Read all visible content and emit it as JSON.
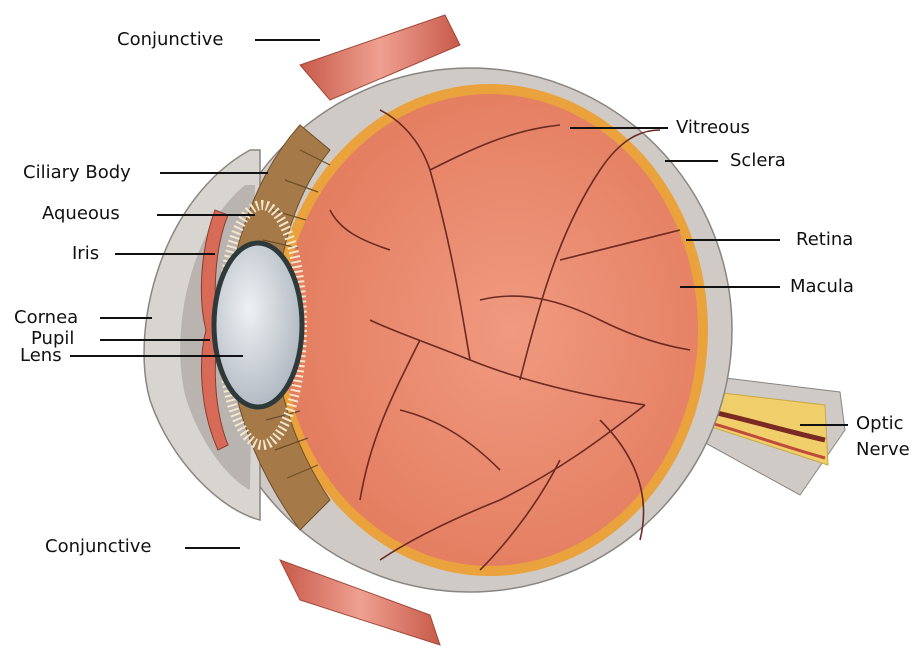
{
  "labels": {
    "conjunctive_top": "Conjunctive",
    "ciliary_body": "Ciliary Body",
    "aqueous": "Aqueous",
    "iris": "Iris",
    "cornea": "Cornea",
    "pupil": "Pupil",
    "lens": "Lens",
    "conjunctive_bottom": "Conjunctive",
    "vitreous": "Vitreous",
    "sclera": "Sclera",
    "retina": "Retina",
    "macula": "Macula",
    "optic_nerve_line1": "Optic",
    "optic_nerve_line2": "Nerve"
  },
  "colors": {
    "sclera": "#cfcac6",
    "choroid_orange": "#e9a23c",
    "vitreous_interior": "#e98a6c",
    "vessel": "#6b2a22",
    "muscle": "#e07a68",
    "ciliary": "#a67a48",
    "lens": "#d7dde3",
    "cornea_gray": "#bdb8b4",
    "nerve_yellow": "#f0cf6a",
    "leader_line": "#111111"
  }
}
